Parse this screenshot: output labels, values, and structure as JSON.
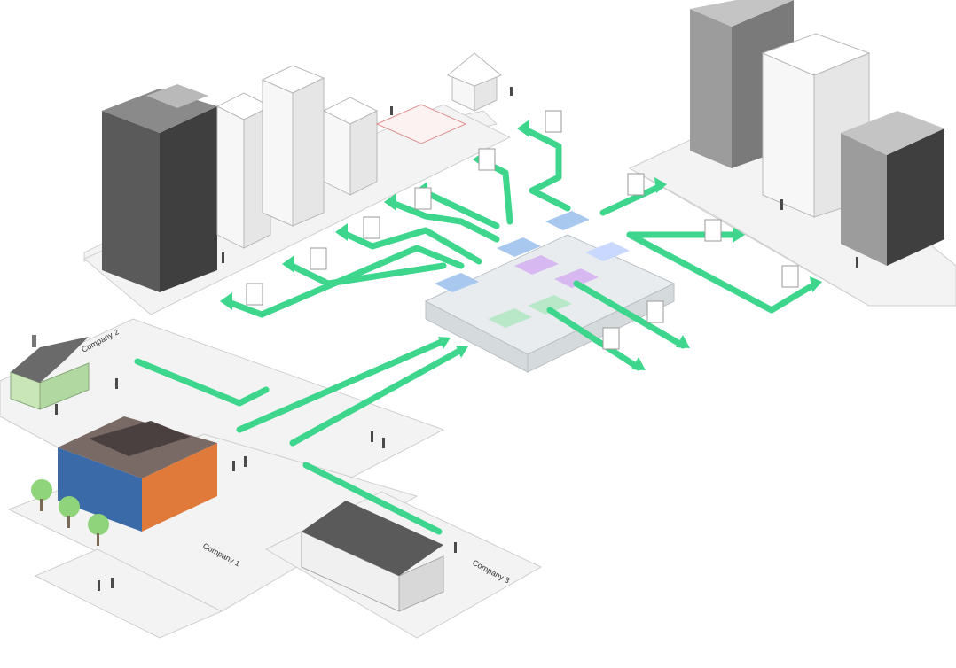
{
  "labels": {
    "company1": "Company 1",
    "company2": "Company 2",
    "company3": "Company 3"
  },
  "colors": {
    "flow": "#3dd68c",
    "hub_accents": [
      "#a8c8f0",
      "#d8b8f0",
      "#b8e8c8",
      "#c8d8ff"
    ]
  },
  "icons": [
    "arrow-icon",
    "document-icon",
    "building-icon",
    "person-icon",
    "tree-icon"
  ]
}
